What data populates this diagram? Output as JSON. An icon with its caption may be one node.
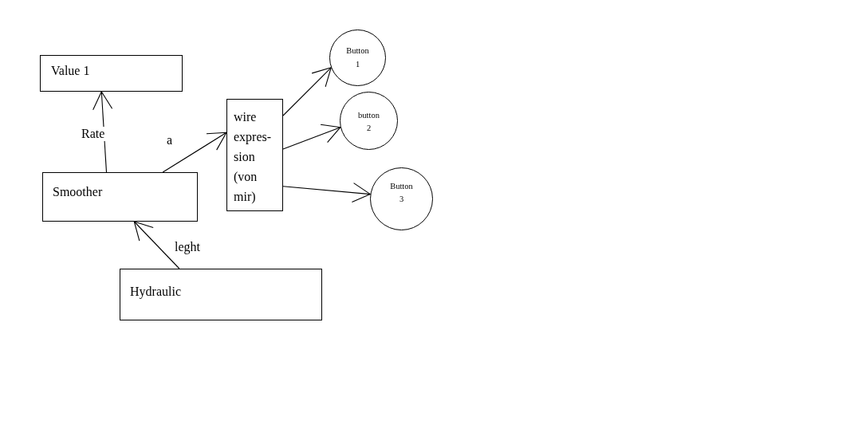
{
  "diagram": {
    "nodes": [
      {
        "text": [
          "Value 1"
        ]
      },
      {
        "text": [
          "Smoother"
        ]
      },
      {
        "text": [
          "wire expres- sion (von mir)"
        ]
      },
      {
        "text": [
          "Button 1"
        ]
      },
      {
        "text": [
          "button 2"
        ]
      },
      {
        "text": [
          "Button 3"
        ]
      },
      {
        "text": [
          "Hydraulic"
        ]
      }
    ],
    "edges": [
      {
        "from": 1,
        "to": 0,
        "arrow": "to",
        "label": "Rate"
      },
      {
        "from": 1,
        "to": 2,
        "arrow": "to",
        "label": "a"
      },
      {
        "from": 2,
        "to": 3,
        "arrow": "to"
      },
      {
        "from": 2,
        "to": 4,
        "arrow": "to"
      },
      {
        "from": 2,
        "to": 5,
        "arrow": "to"
      },
      {
        "from": 6,
        "to": 1,
        "arrow": "to",
        "label": "leght"
      }
    ]
  }
}
